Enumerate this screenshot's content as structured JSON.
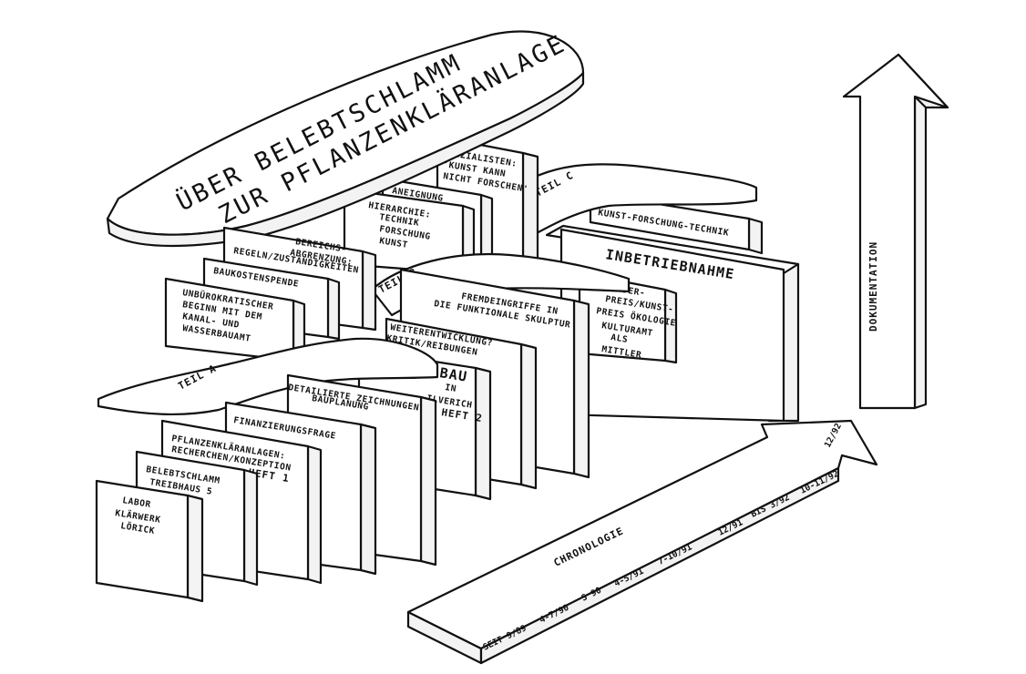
{
  "title": {
    "line1": "ÜBER BELEBTSCHLAMM",
    "line2": "ZUR PFLANZENKLÄRANLAGE"
  },
  "parts": {
    "a": "TEIL A",
    "b": "TEIL B",
    "c": "TEIL C"
  },
  "panels": {
    "labor": [
      "LABOR",
      "KLÄRWERK",
      "LÖRICK"
    ],
    "treibhaus": [
      "BELEBTSCHLAMM",
      "TREIBHAUS 5"
    ],
    "pflanzen": [
      "PFLANZENKLÄRANLAGEN:",
      "RECHERCHEN/KONZEPTION",
      "HEFT 1"
    ],
    "finanzierung": [
      "FINANZIERUNGSFRAGE"
    ],
    "detail": [
      "DETAILIERTE ZEICHNUNGEN",
      "BAUPLANUNG"
    ],
    "bau": [
      "BAU",
      "IN",
      "ILVERICH",
      "HEFT 2"
    ],
    "weiter": [
      "WEITERENTWICKLUNG?",
      "KRITIK/REIBUNGEN"
    ],
    "fremd": [
      "FREMDEINGRIFFE IN",
      "DIE FUNKTIONALE SKULPTUR"
    ],
    "unbuero": [
      "UNBÜROKRATISCHER",
      "BEGINN MIT DEM",
      "KANAL- UND",
      "WASSERBAUAMT"
    ],
    "baukosten": [
      "BAUKOSTENSPENDE"
    ],
    "bereichs": [
      "BEREICHS-",
      "ABGRENZUNG;",
      "REGELN/ZUSTÄNDIGKEITEN"
    ],
    "hierarchie": [
      "HIERARCHIE:",
      "TECHNIK",
      "FORSCHUNG",
      "KUNST"
    ],
    "aneignung": [
      "ANEIGNUNG"
    ],
    "spezial": [
      "SPEZIALISTEN:",
      "'KUNST KANN",
      "NICHT FORSCHEN'"
    ],
    "foerder": [
      "FÖRDER-",
      "PREIS/KUNST-",
      "PREIS ÖKOLOGIE",
      "KULTURAMT",
      "ALS",
      "MITTLER"
    ],
    "kunstforschung": [
      "KUNST-FORSCHUNG-TECHNIK"
    ],
    "inbetrieb": [
      "INBETRIEBNAHME"
    ]
  },
  "arrows": {
    "documentation": "DOKUMENTATION",
    "chronology": "CHRONOLOGIE",
    "dates": [
      "SEIT 9/89",
      "4-7/90",
      "S 90",
      "4-5/91",
      "7-10/91",
      "12/91",
      "BIS 3/92",
      "10-11/92",
      "12/92"
    ]
  }
}
